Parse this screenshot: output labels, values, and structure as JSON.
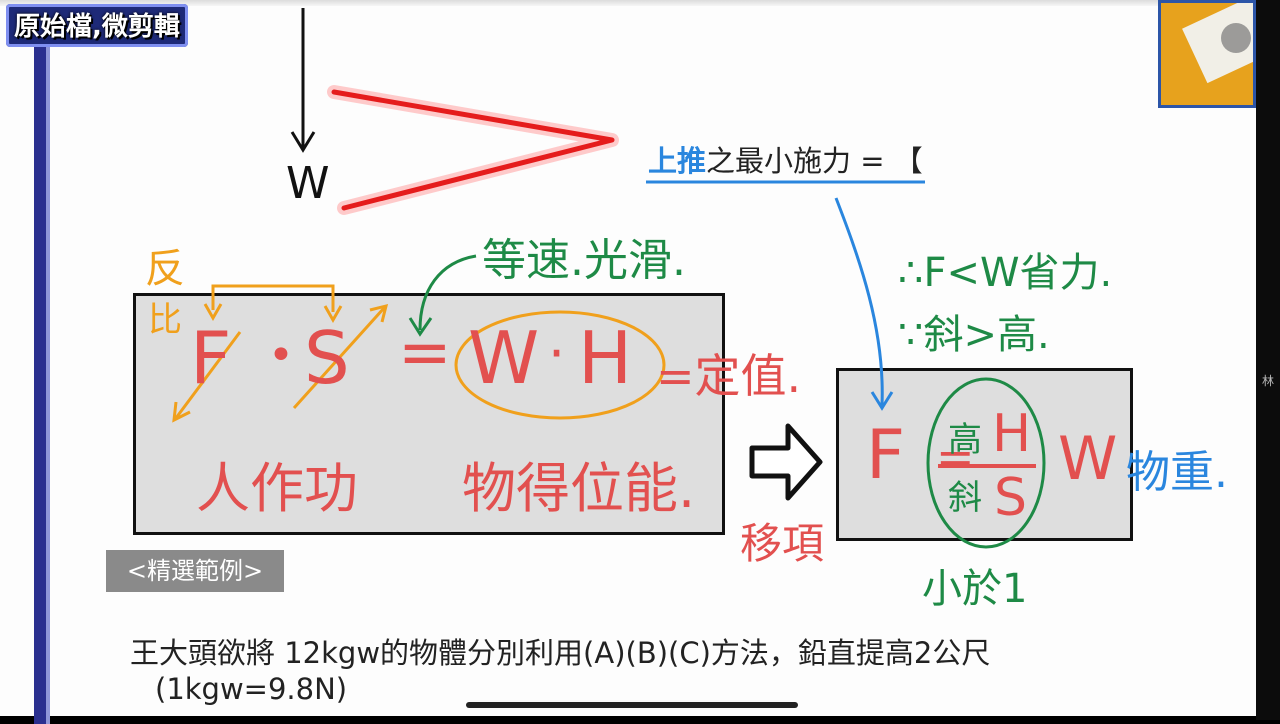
{
  "watermark": "原始檔,微剪輯",
  "top_note": {
    "lead": "上推",
    "rest": "之最小施力 = 【"
  },
  "handwriting": {
    "w_label": "W",
    "fan": "反",
    "bi": "比",
    "equal_speed": "等速.光滑.",
    "eq_F": "F",
    "eq_dot1": "•",
    "eq_S": "S",
    "eq_equals": "=",
    "eq_W": "W",
    "eq_dot2": "·",
    "eq_H": "H",
    "eq_const": "=定值.",
    "person_work": "人作功",
    "object_pe": "物得位能.",
    "move_term": "移項",
    "reason1": "∴F<W省力.",
    "reason2": "∵斜>高.",
    "r_F": "F",
    "r_eq": "=",
    "r_gao": "高",
    "r_H": "H",
    "r_S": "S",
    "r_xie": "斜",
    "r_W": "W",
    "r_weight": "物重.",
    "less_than_1": "小於1"
  },
  "example_label": "<精選範例>",
  "problem_line1": "王大頭欲將 12kgw的物體分別利用(A)(B)(C)方法，鉛直提高2公尺",
  "problem_line2": "(1kgw=9.8N)",
  "colors": {
    "red": "#e2504f",
    "green": "#1e8a46",
    "blue": "#2a86de",
    "orange": "#f0a01c",
    "box_fill": "#dedede",
    "rail": "#2a2f8f"
  },
  "icons": [
    "big-right-arrow-icon",
    "down-arrow-icon",
    "red-greater-than-stroke"
  ]
}
